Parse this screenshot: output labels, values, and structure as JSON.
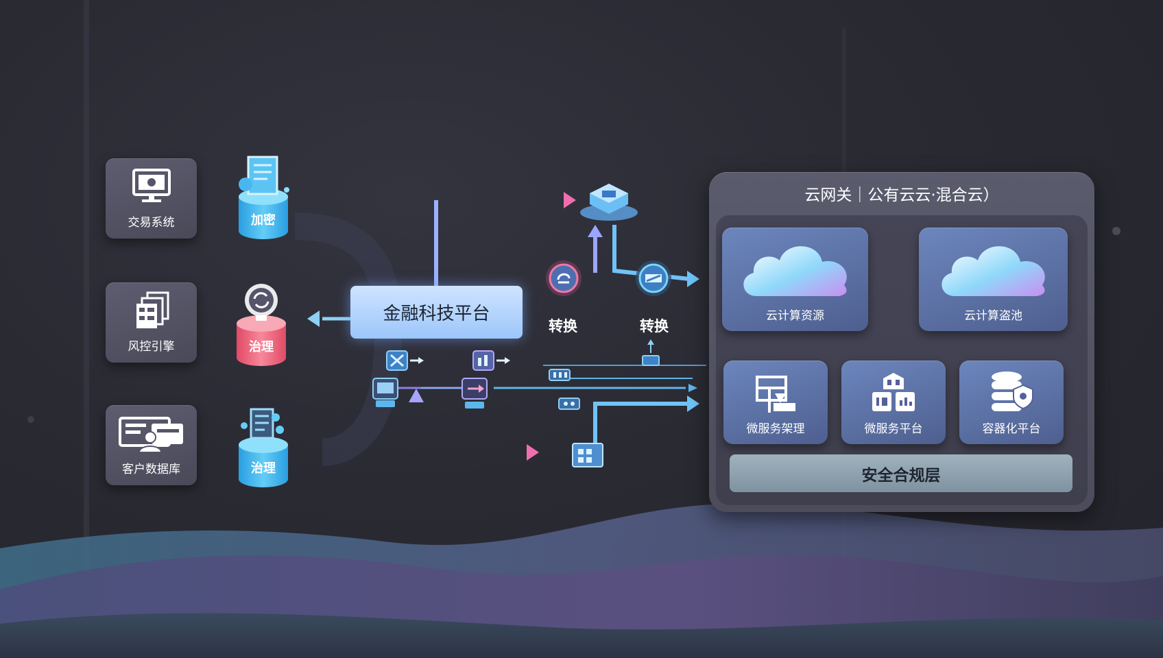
{
  "left_systems": [
    {
      "label": "交易系统",
      "icon": "monitor-icon"
    },
    {
      "label": "风控引擎",
      "icon": "server-stack-icon"
    },
    {
      "label": "客户数据库",
      "icon": "customer-card-icon"
    }
  ],
  "cylinders": [
    {
      "label": "加密",
      "icon": "document-lock-icon",
      "color": "#3fb7f0"
    },
    {
      "label": "治理",
      "icon": "brain-gear-icon",
      "color": "#f2607a"
    },
    {
      "label": "治理",
      "icon": "network-doc-icon",
      "color": "#3fb7f0"
    }
  ],
  "platform": {
    "label": "金融科技平台"
  },
  "conversions": [
    {
      "label": "转换"
    },
    {
      "label": "转换"
    }
  ],
  "cloud": {
    "title": "云网关｜公有云云·混合云）",
    "resources": [
      {
        "label": "云计算资源",
        "icon": "cloud-icon"
      },
      {
        "label": "云计算盗池",
        "icon": "cloud-icon"
      }
    ],
    "services": [
      {
        "label": "微服务架理",
        "icon": "architecture-icon"
      },
      {
        "label": "微服务平台",
        "icon": "cubes-icon"
      },
      {
        "label": "容器化平台",
        "icon": "database-shield-icon"
      }
    ],
    "security_layer": "安全合规层"
  },
  "colors": {
    "background": "#2a2a33",
    "arrow_blue": "#6fb4ff",
    "arrow_pink": "#e86fb0",
    "cylinder_blue": "#3fb7f0",
    "cylinder_pink": "#f2607a",
    "platform": "#a9cdfb"
  }
}
